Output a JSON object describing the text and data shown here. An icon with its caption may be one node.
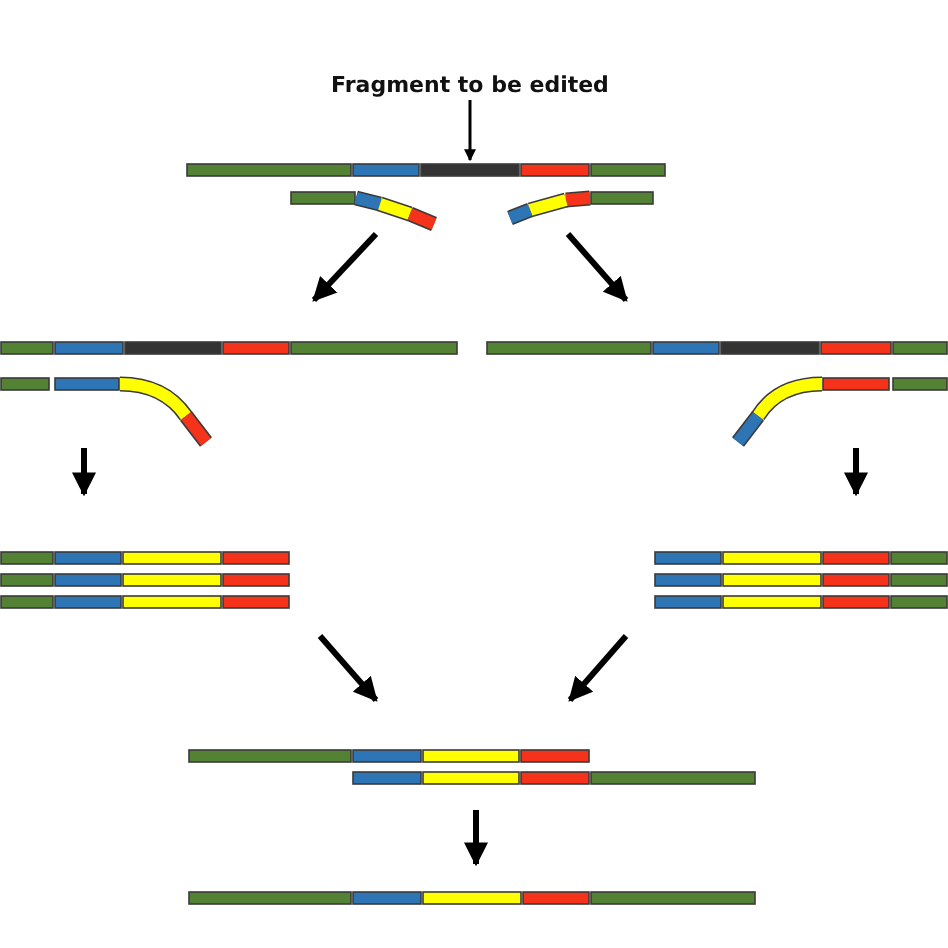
{
  "diagram": {
    "nodes": [
      {
        "text": [
          "Fragment to be edited"
        ]
      },
      {
        "text": [],
        "shape": "bar"
      },
      {
        "text": [],
        "shape": "bar"
      },
      {
        "text": [],
        "shape": "bar"
      },
      {
        "text": [],
        "shape": "bar"
      },
      {
        "text": [],
        "shape": "bar"
      },
      {
        "text": [],
        "shape": "bar"
      },
      {
        "text": [],
        "shape": "bar"
      }
    ],
    "edges": [
      {
        "from": 0,
        "to": 1,
        "arrow": "to"
      },
      {
        "from": 1,
        "to": 2,
        "arrow": "to"
      },
      {
        "from": 1,
        "to": 3,
        "arrow": "to"
      },
      {
        "from": 2,
        "to": 4,
        "arrow": "to"
      },
      {
        "from": 3,
        "to": 5,
        "arrow": "to"
      },
      {
        "from": 4,
        "to": 6,
        "arrow": "to"
      },
      {
        "from": 5,
        "to": 6,
        "arrow": "to"
      },
      {
        "from": 6,
        "to": 7,
        "arrow": "to"
      }
    ]
  }
}
